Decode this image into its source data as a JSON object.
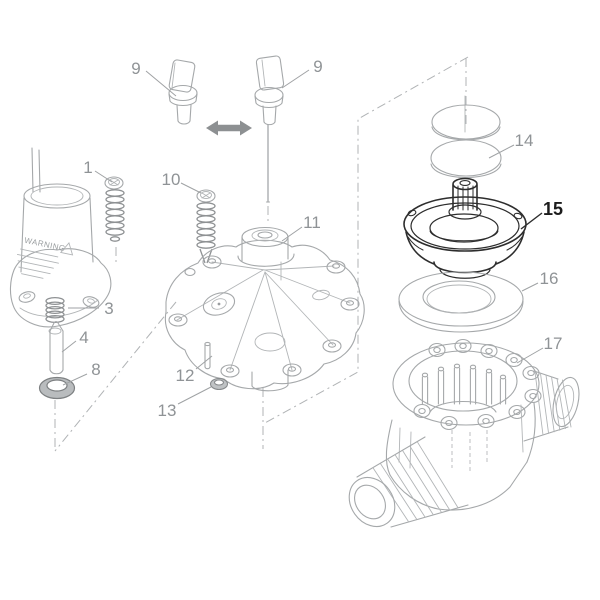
{
  "diagram": {
    "type": "exploded-parts-diagram",
    "highlighted_part_number": "15",
    "colors": {
      "background": "#ffffff",
      "line": "#a5a8aa",
      "highlight": "#2d2d2d",
      "label": "#8f9396",
      "highlight_label": "#1c1c1c"
    },
    "solenoid": {
      "warning_text": "WARNING"
    },
    "labels": [
      {
        "part": "9",
        "text": "9"
      },
      {
        "part": "9",
        "text": "9"
      },
      {
        "part": "1",
        "text": "1"
      },
      {
        "part": "10",
        "text": "10"
      },
      {
        "part": "11",
        "text": "11"
      },
      {
        "part": "3",
        "text": "3"
      },
      {
        "part": "4",
        "text": "4"
      },
      {
        "part": "8",
        "text": "8"
      },
      {
        "part": "12",
        "text": "12"
      },
      {
        "part": "13",
        "text": "13"
      },
      {
        "part": "14",
        "text": "14"
      },
      {
        "part": "15",
        "text": "15"
      },
      {
        "part": "16",
        "text": "16"
      },
      {
        "part": "17",
        "text": "17"
      }
    ]
  }
}
